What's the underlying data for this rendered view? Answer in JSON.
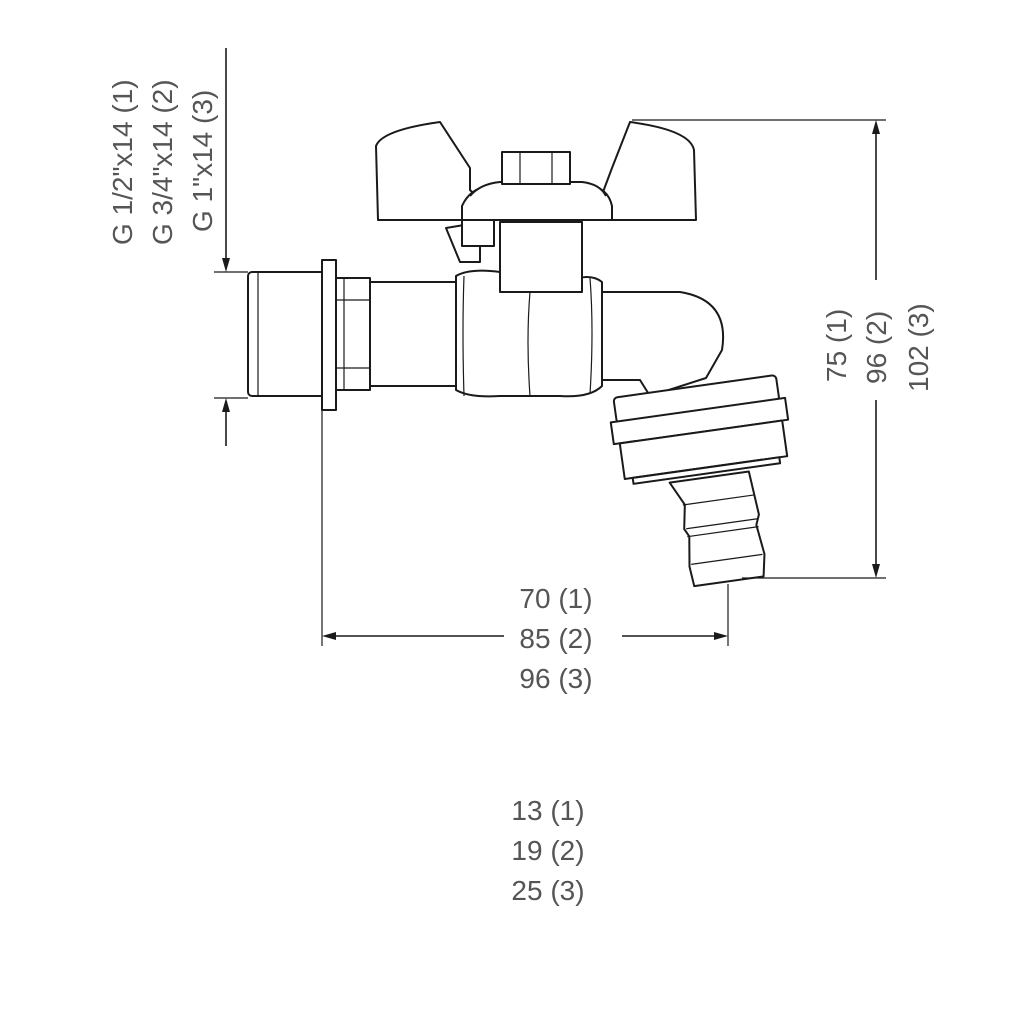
{
  "thread_labels": [
    "G 1/2\"x14 (1)",
    "G 3/4\"x14 (2)",
    "G 1\"x14 (3)"
  ],
  "height_labels": [
    "75 (1)",
    "96 (2)",
    "102 (3)"
  ],
  "length_labels": [
    "70 (1)",
    "85 (2)",
    "96 (3)"
  ],
  "hose_labels": [
    "13 (1)",
    "19 (2)",
    "25 (3)"
  ]
}
